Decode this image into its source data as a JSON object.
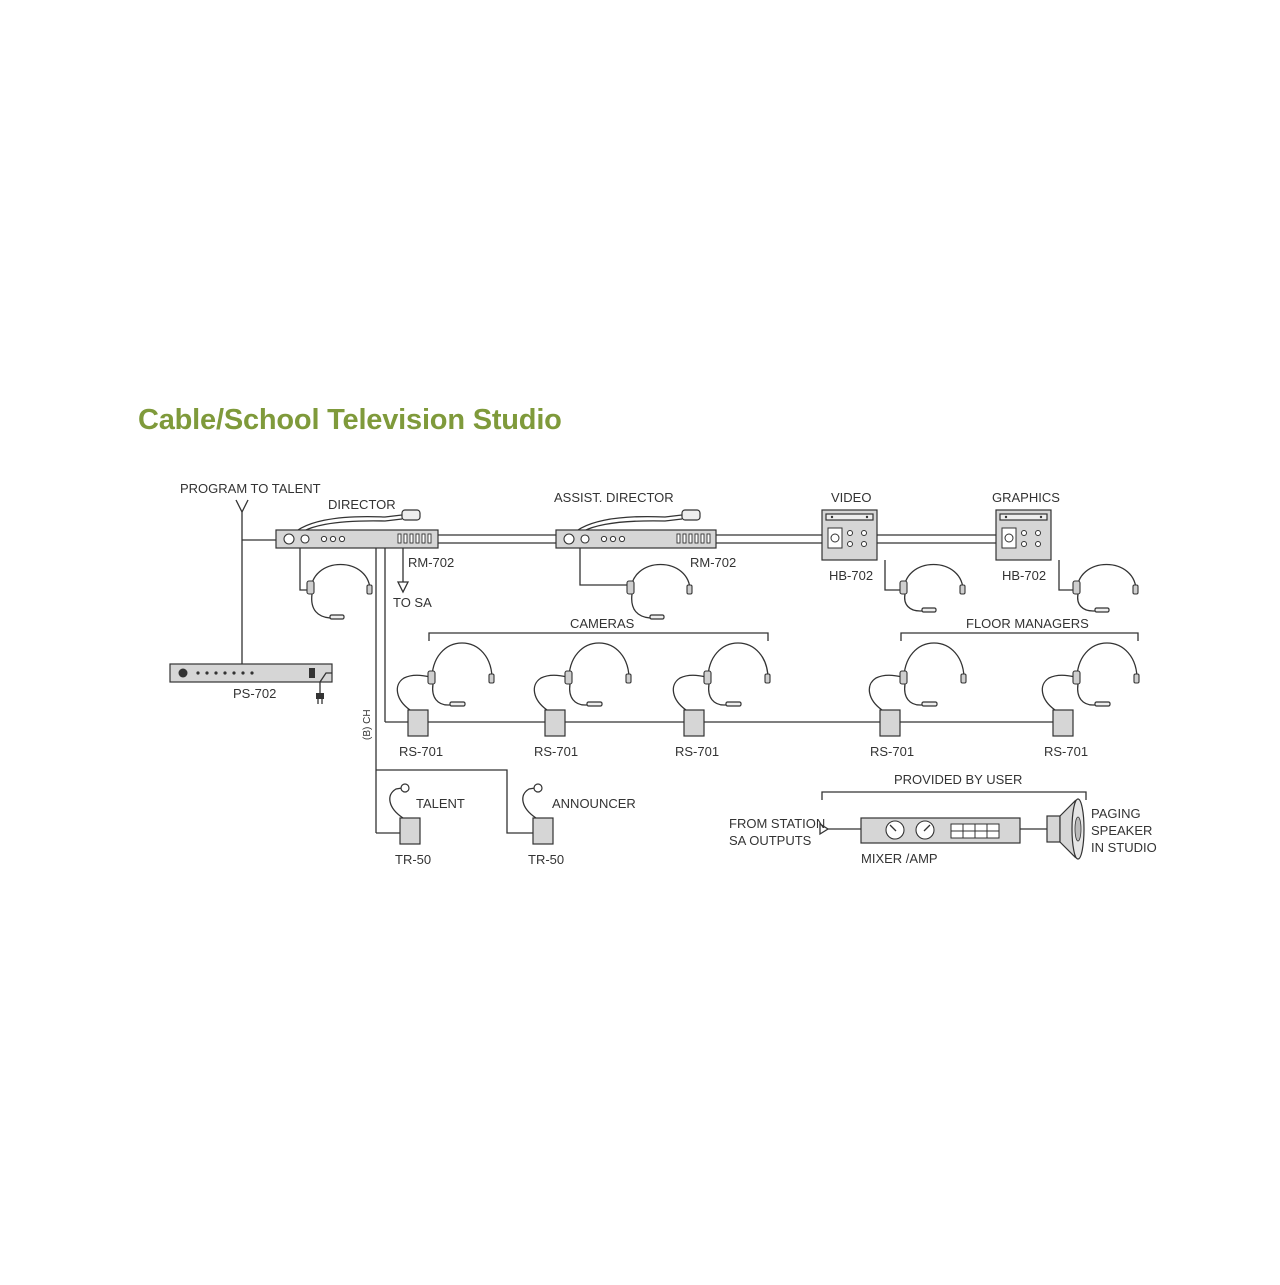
{
  "title": "Cable/School Television Studio",
  "colors": {
    "title": "#7f9a3b",
    "line": "#333333",
    "device_fill": "#d6d6d6"
  },
  "labels": {
    "program_to_talent": "PROGRAM TO TALENT",
    "director": "DIRECTOR",
    "assist_director": "ASSIST. DIRECTOR",
    "video": "VIDEO",
    "graphics": "GRAPHICS",
    "rm702_a": "RM-702",
    "rm702_b": "RM-702",
    "hb702_a": "HB-702",
    "hb702_b": "HB-702",
    "to_sa": "TO SA",
    "ps702": "PS-702",
    "cameras": "CAMERAS",
    "floor_managers": "FLOOR MANAGERS",
    "rs701": [
      "RS-701",
      "RS-701",
      "RS-701",
      "RS-701",
      "RS-701"
    ],
    "channel": "(B)  CH",
    "talent": "TALENT",
    "announcer": "ANNOUNCER",
    "tr50_a": "TR-50",
    "tr50_b": "TR-50",
    "provided_by_user": "PROVIDED BY USER",
    "from_station_1": "FROM STATION",
    "from_station_2": "SA OUTPUTS",
    "mixer_amp": "MIXER /AMP",
    "paging_1": "PAGING",
    "paging_2": "SPEAKER",
    "paging_3": "IN STUDIO"
  }
}
